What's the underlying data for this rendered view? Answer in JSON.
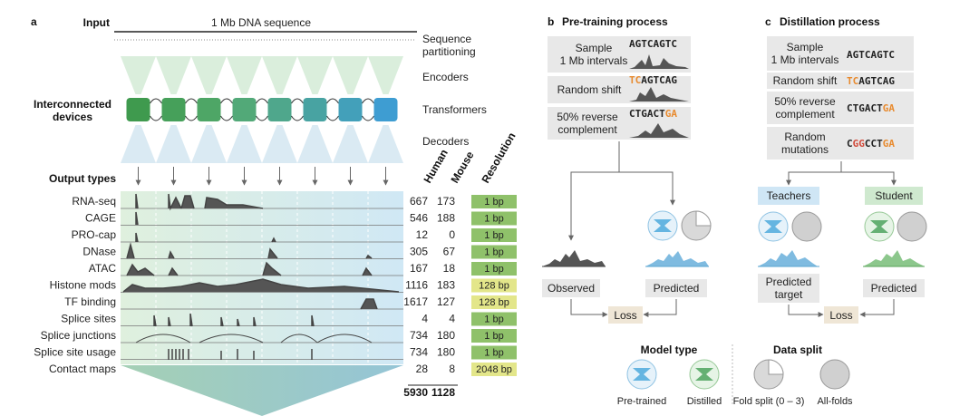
{
  "panel_a": {
    "letter": "a",
    "input_label": "Input",
    "dna_label": "1 Mb DNA sequence",
    "seq_partition_line1": "Sequence",
    "seq_partition_line2": "partitioning",
    "encoders": "Encoders",
    "transformers": "Transformers",
    "decoders": "Decoders",
    "interconnected_line1": "Interconnected",
    "interconnected_line2": "devices",
    "output_types": "Output types",
    "col_human": "Human",
    "col_mouse": "Mouse",
    "col_resolution": "Resolution",
    "rows": [
      {
        "name": "RNA-seq",
        "human": "667",
        "mouse": "173",
        "res": "1 bp"
      },
      {
        "name": "CAGE",
        "human": "546",
        "mouse": "188",
        "res": "1 bp"
      },
      {
        "name": "PRO-cap",
        "human": "12",
        "mouse": "0",
        "res": "1 bp"
      },
      {
        "name": "DNase",
        "human": "305",
        "mouse": "67",
        "res": "1 bp"
      },
      {
        "name": "ATAC",
        "human": "167",
        "mouse": "18",
        "res": "1 bp"
      },
      {
        "name": "Histone mods",
        "human": "1116",
        "mouse": "183",
        "res": "128 bp"
      },
      {
        "name": "TF binding",
        "human": "1617",
        "mouse": "127",
        "res": "128 bp"
      },
      {
        "name": "Splice sites",
        "human": "4",
        "mouse": "4",
        "res": "1 bp"
      },
      {
        "name": "Splice junctions",
        "human": "734",
        "mouse": "180",
        "res": "1 bp"
      },
      {
        "name": "Splice site usage",
        "human": "734",
        "mouse": "180",
        "res": "1 bp"
      },
      {
        "name": "Contact maps",
        "human": "28",
        "mouse": "8",
        "res": "2048 bp"
      }
    ],
    "total_human": "5930",
    "total_mouse": "1128"
  },
  "panel_b": {
    "letter": "b",
    "title": "Pre-training process",
    "step1_line1": "Sample",
    "step1_line2": "1 Mb intervals",
    "step1_seq": "AGTCAGTC",
    "step2": "Random shift",
    "step2_seq_a": "TC",
    "step2_seq_b": "AGTCAG",
    "step3_line1": "50% reverse",
    "step3_line2": "complement",
    "step3_seq_a": "CTGACT",
    "step3_seq_b": "GA",
    "observed": "Observed",
    "predicted": "Predicted",
    "loss": "Loss"
  },
  "panel_c": {
    "letter": "c",
    "title": "Distillation process",
    "step1_line1": "Sample",
    "step1_line2": "1 Mb intervals",
    "step1_seq": "AGTCAGTC",
    "step2": "Random shift",
    "step2_seq_a": "TC",
    "step2_seq_b": "AGTCAG",
    "step3_line1": "50% reverse",
    "step3_line2": "complement",
    "step3_seq_a": "CTGACT",
    "step3_seq_b": "GA",
    "step4_line1": "Random",
    "step4_line2": "mutations",
    "step4_seq_a": "C",
    "step4_seq_b": "GG",
    "step4_seq_c": "CCT",
    "step4_seq_d": "GA",
    "teachers": "Teachers",
    "student": "Student",
    "predicted_target_line1": "Predicted",
    "predicted_target_line2": "target",
    "predicted": "Predicted",
    "loss": "Loss"
  },
  "legend": {
    "model_type": "Model type",
    "data_split": "Data split",
    "pretrained": "Pre-trained",
    "distilled": "Distilled",
    "fold_split": "Fold split (0 – 3)",
    "all_folds": "All-folds"
  },
  "colors": {
    "green": "#3a9a4c",
    "blue": "#3aa0d8",
    "res_green": "#8fc16a",
    "res_yellow": "#e3e68a",
    "orange": "#e88a2e",
    "red": "#d24a3a",
    "gray_box": "#e8e8e8",
    "teacher_box": "#cfe6f5",
    "student_box": "#cfe9cf",
    "loss_box": "#efe6d6"
  }
}
